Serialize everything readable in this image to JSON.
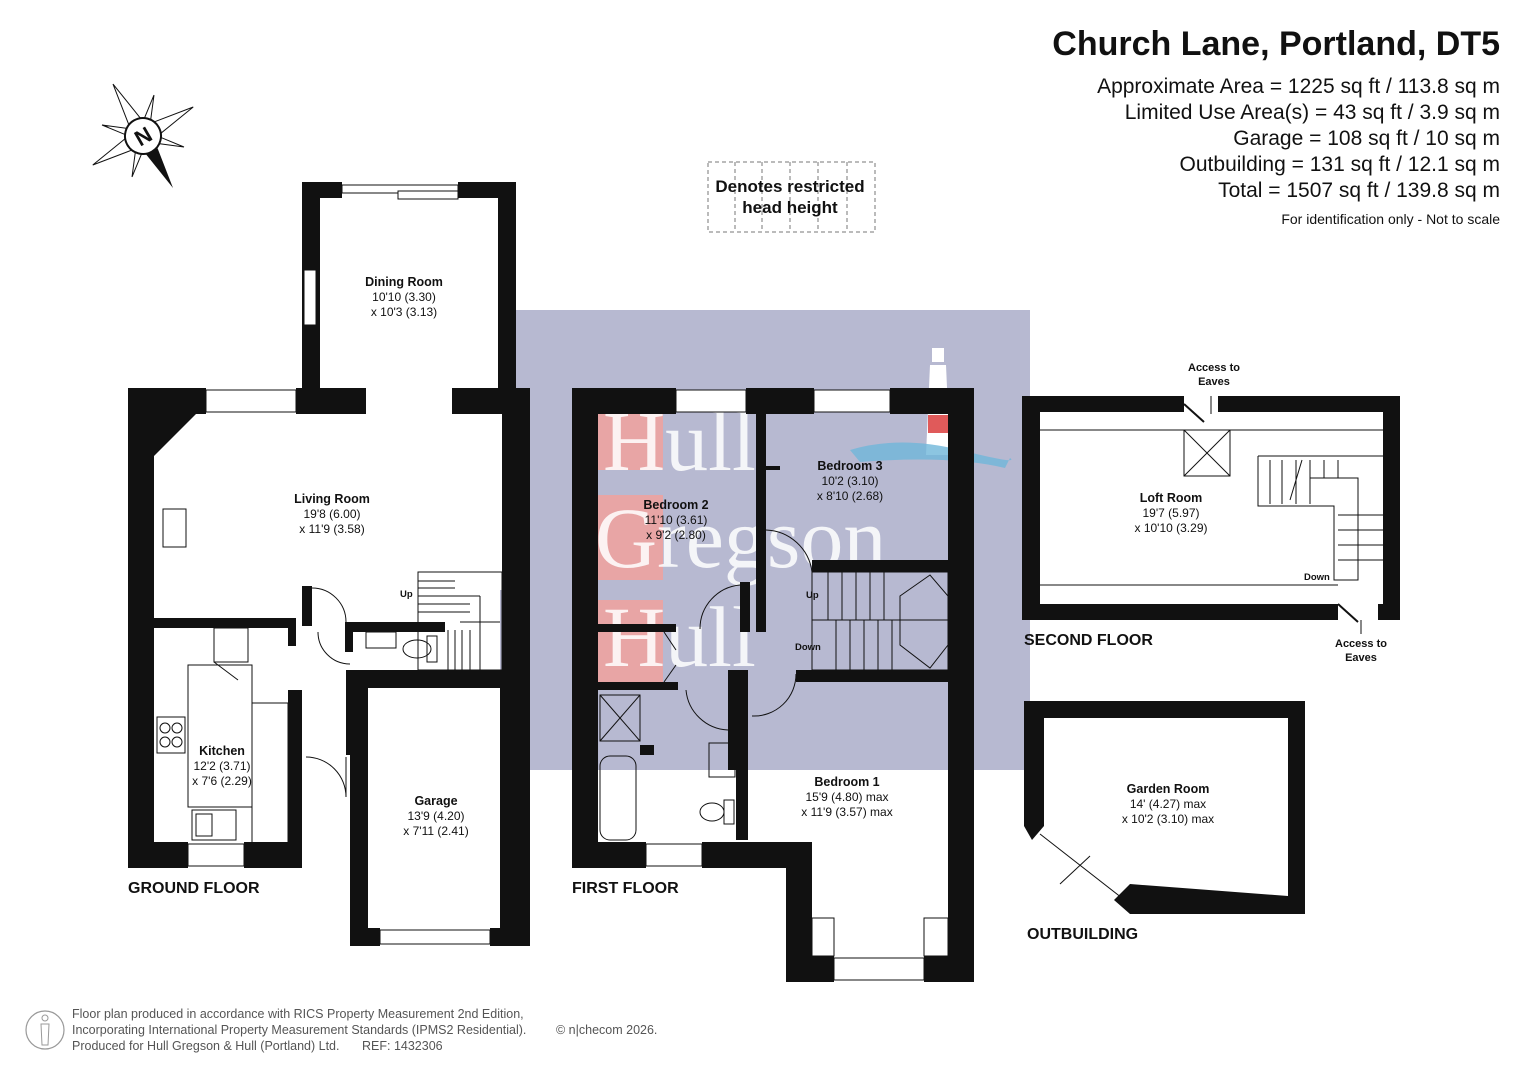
{
  "header": {
    "title": "Church Lane, Portland, DT5",
    "areas": [
      "Approximate Area = 1225 sq ft / 113.8 sq m",
      "Limited Use Area(s) = 43 sq ft / 3.9 sq m",
      "Garage = 108 sq ft / 10 sq m",
      "Outbuilding = 131 sq ft / 12.1 sq m",
      "Total = 1507 sq ft / 139.8 sq m"
    ],
    "disclaimer": "For identification only - Not to scale"
  },
  "compass": {
    "letter": "N",
    "icon": "compass-icon"
  },
  "legend": {
    "line1": "Denotes restricted",
    "line2": "head height"
  },
  "floors": {
    "ground": "GROUND FLOOR",
    "first": "FIRST FLOOR",
    "second": "SECOND FLOOR",
    "outbuilding": "OUTBUILDING"
  },
  "rooms": {
    "dining": {
      "name": "Dining Room",
      "dim1": "10'10 (3.30)",
      "dim2": "x 10'3 (3.13)"
    },
    "living": {
      "name": "Living Room",
      "dim1": "19'8 (6.00)",
      "dim2": "x 11'9 (3.58)"
    },
    "kitchen": {
      "name": "Kitchen",
      "dim1": "12'2 (3.71)",
      "dim2": "x 7'6 (2.29)"
    },
    "garage": {
      "name": "Garage",
      "dim1": "13'9 (4.20)",
      "dim2": "x 7'11 (2.41)"
    },
    "bedroom2": {
      "name": "Bedroom 2",
      "dim1": "11'10 (3.61)",
      "dim2": "x 9'2 (2.80)"
    },
    "bedroom3": {
      "name": "Bedroom 3",
      "dim1": "10'2 (3.10)",
      "dim2": "x 8'10 (2.68)"
    },
    "bedroom1": {
      "name": "Bedroom 1",
      "dim1": "15'9 (4.80) max",
      "dim2": "x 11'9 (3.57) max"
    },
    "loft": {
      "name": "Loft Room",
      "dim1": "19'7 (5.97)",
      "dim2": "x 10'10 (3.29)"
    },
    "garden": {
      "name": "Garden Room",
      "dim1": "14' (4.27) max",
      "dim2": "x 10'2 (3.10) max"
    }
  },
  "annotations": {
    "access_eaves_top_1": "Access to",
    "access_eaves_top_2": "Eaves",
    "access_eaves_bottom_1": "Access to",
    "access_eaves_bottom_2": "Eaves",
    "up": "Up",
    "down": "Down"
  },
  "watermark": {
    "word1": "Hull",
    "word2": "Gregson",
    "word3": "Hull",
    "bg_color": "#b7b9d1",
    "accent_color": "#e8a5a5"
  },
  "footer": {
    "line1": "Floor plan produced in accordance with RICS Property Measurement 2nd Edition,",
    "line2": "Incorporating International Property Measurement Standards (IPMS2 Residential).",
    "brand": "© n|checom 2026.",
    "line3": "Produced for Hull Gregson & Hull (Portland) Ltd.",
    "ref": "REF:  1432306"
  }
}
